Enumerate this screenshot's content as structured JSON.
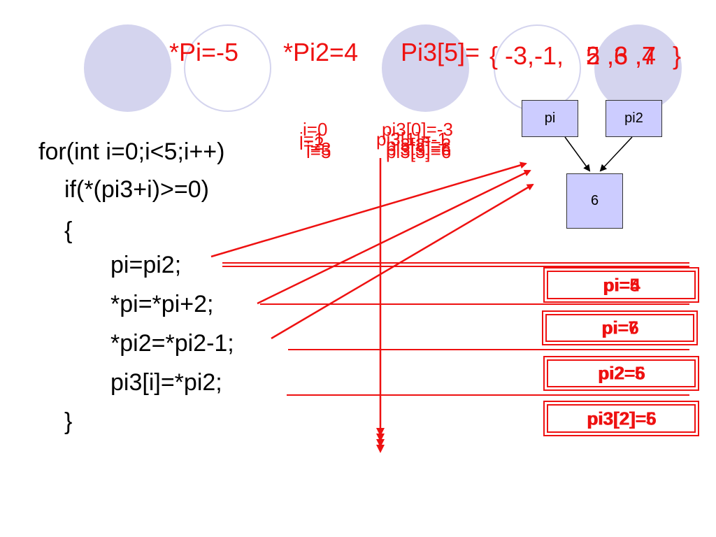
{
  "header": {
    "pi": "*Pi=-5",
    "pi2": "*Pi2=4",
    "array_prefix": "Pi3[5]=",
    "array_open": "{ -3,-1,",
    "array_tail_overlay": [
      "2 ,6 ,4",
      "5 ,3 ,7"
    ],
    "array_close": "}"
  },
  "code": {
    "line1": "for(int i=0;i<5;i++)",
    "line2": "if(*(pi3+i)>=0)",
    "line3": "{",
    "line4": "pi=pi2;",
    "line5": "*pi=*pi+2;",
    "line6": "*pi2=*pi2-1;",
    "line7": "pi3[i]=*pi2;",
    "line8": "}"
  },
  "trace": {
    "i_first": "i=0",
    "i_overlay": [
      "i=1",
      "i=2",
      "i=3"
    ],
    "i_last": "i=5",
    "pi3_first": "pi3[0]=-3",
    "pi3_overlay": [
      "pi3[1]=-1",
      "pi3[2]=2",
      "pi3[3]=6"
    ],
    "pi3_last": "pi3[3]=6"
  },
  "diagram": {
    "pi_label": "pi",
    "pi2_label": "pi2",
    "target_value": "6"
  },
  "results": {
    "box1": [
      "pi=5",
      "pi=4"
    ],
    "box2": [
      "pi=7",
      "pi=6"
    ],
    "box3": [
      "pi2=5",
      "pi2=6"
    ],
    "box4": [
      "pi3[2]=5",
      "pi3[2]=6"
    ]
  },
  "colors": {
    "accent": "#ee1111",
    "circle": "#d4d4ee",
    "node_fill": "#ccccff"
  }
}
